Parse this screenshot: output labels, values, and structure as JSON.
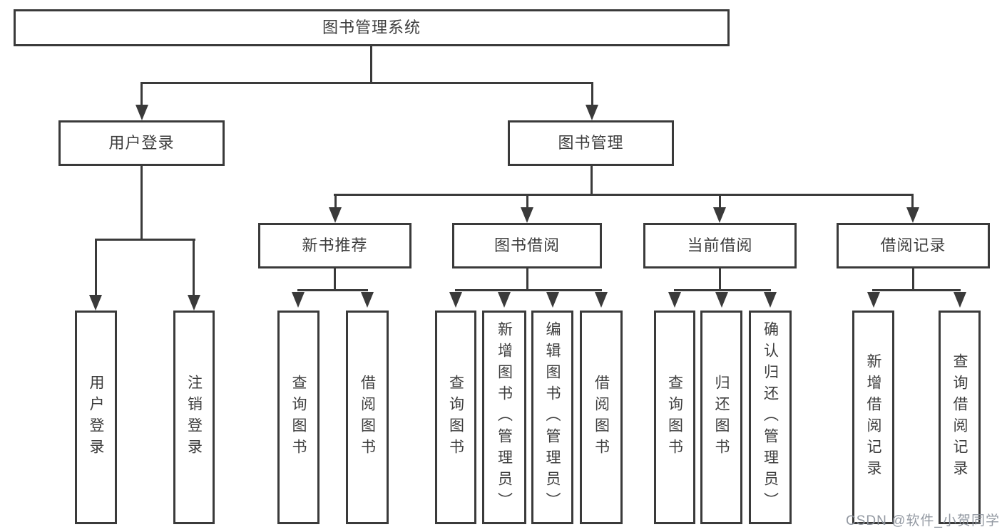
{
  "diagram": {
    "root": "图书管理系统",
    "user": {
      "label": "用户登录",
      "children": [
        "用户登录",
        "注销登录"
      ]
    },
    "mgmt": {
      "label": "图书管理",
      "groups": [
        {
          "label": "新书推荐",
          "children": [
            "查询图书",
            "借阅图书"
          ]
        },
        {
          "label": "图书借阅",
          "children": [
            "查询图书",
            "新增图书（管理员）",
            "编辑图书（管理员）",
            "借阅图书"
          ]
        },
        {
          "label": "当前借阅",
          "children": [
            "查询图书",
            "归还图书",
            "确认归还（管理员）"
          ]
        },
        {
          "label": "借阅记录",
          "children": [
            "新增借阅记录",
            "查询借阅记录"
          ]
        }
      ]
    }
  },
  "watermark": {
    "text": "CSDN @软件_小贺同学"
  },
  "colors": {
    "line": "#3a3a3a",
    "text": "#3d3d3d",
    "background": "#ffffff",
    "watermark": "#8d949d"
  }
}
